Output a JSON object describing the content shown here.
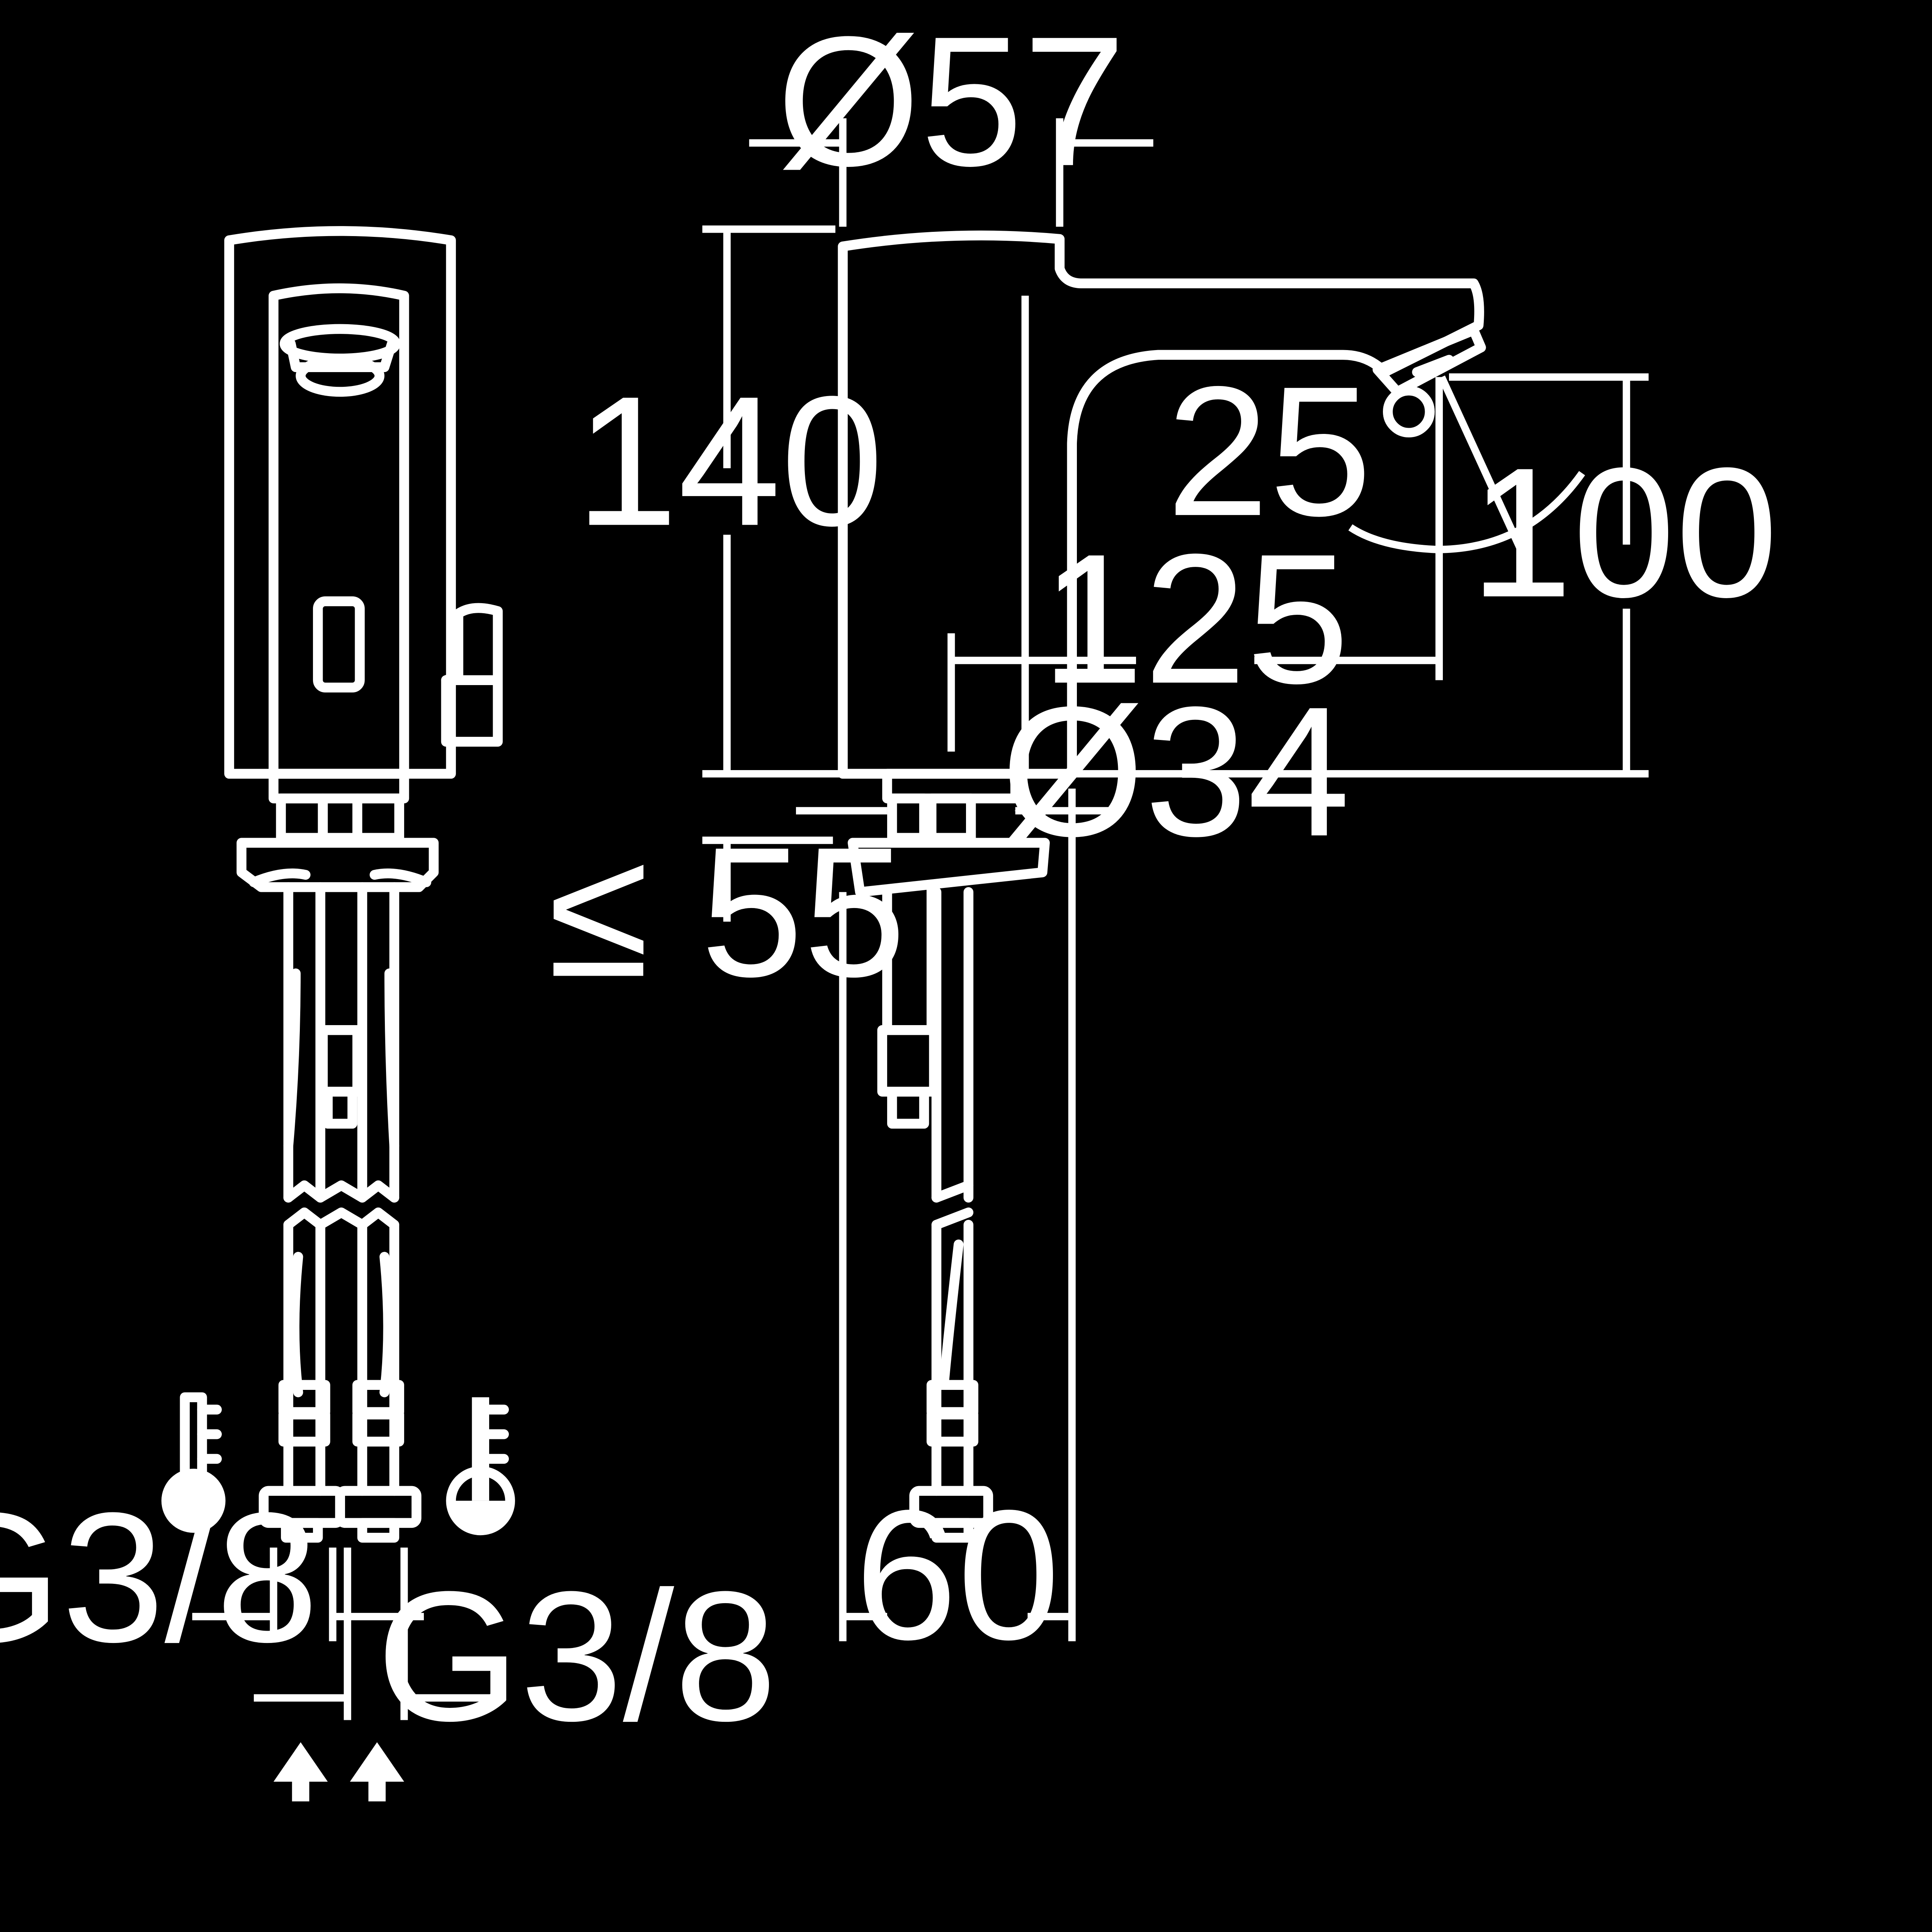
{
  "dimensions": {
    "spout_diameter": "Ø57",
    "height_total": "140",
    "outlet_height": "100",
    "spray_angle": "25°",
    "projection": "125",
    "shank_diameter": "Ø34",
    "max_deck_thickness": "≤ 55",
    "base_depth": "60",
    "connection_left": "G3/8",
    "connection_right": "G3/8"
  },
  "symbols": {
    "cold_water": "thermometer-cold-icon",
    "hot_water": "thermometer-hot-icon",
    "supply_arrows": "arrow-up-icon"
  },
  "colors": {
    "background": "#000000",
    "lines": "#ffffff"
  }
}
